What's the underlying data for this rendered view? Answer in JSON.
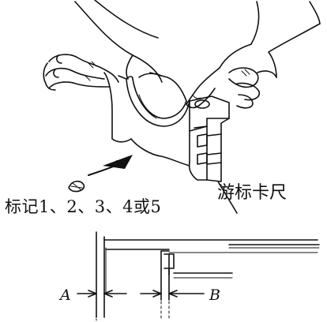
{
  "labels": {
    "mark_text": "标记1、2、3、4或5",
    "caliper_text": "游标卡尺",
    "dim_a": "A",
    "dim_b": "B"
  },
  "colors": {
    "ink": "#111111",
    "paper": "#ffffff"
  }
}
